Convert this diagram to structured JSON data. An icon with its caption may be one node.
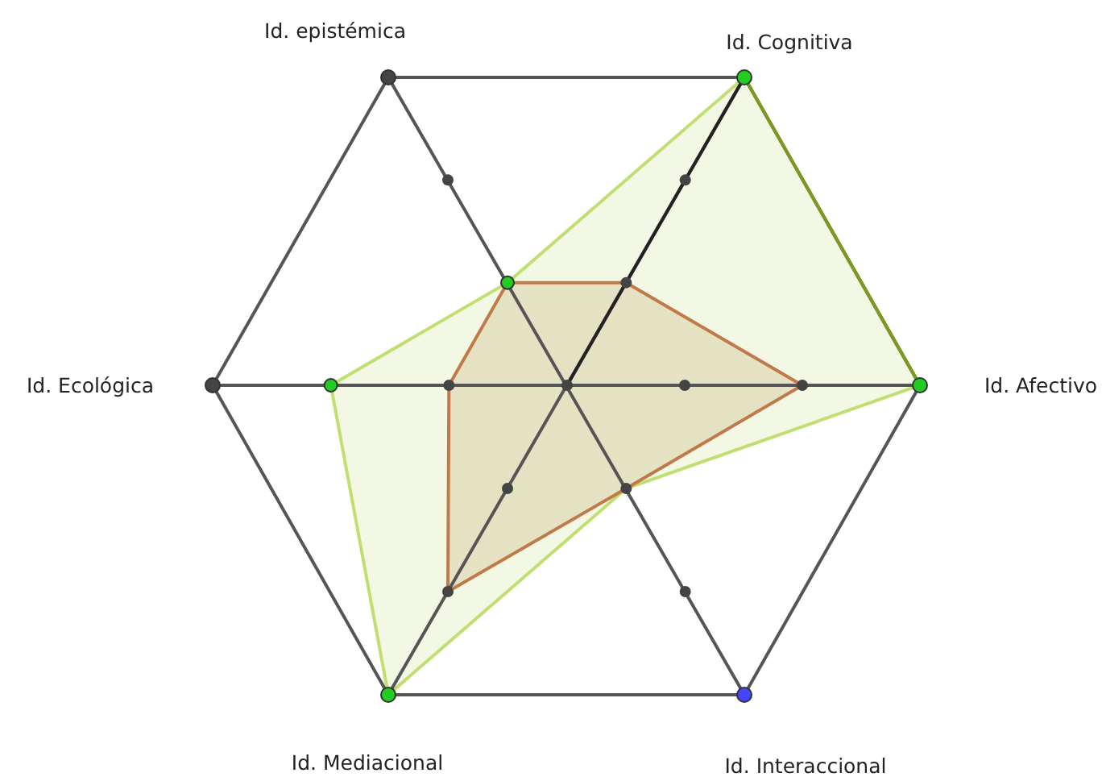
{
  "diagram": {
    "labels": [
      "Id. epistémica",
      "Id. Cognitiva",
      "Id. Ecológica",
      "Id. Afectivo",
      "Id. Mediacional",
      "Id. Interaccional"
    ]
  }
}
